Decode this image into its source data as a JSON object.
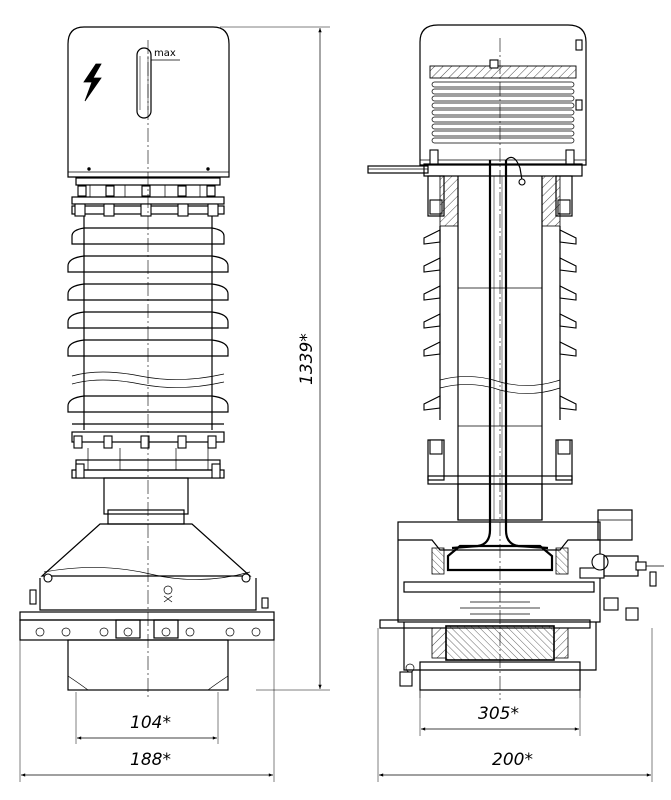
{
  "labels": {
    "max": "max"
  },
  "dimensions": {
    "height": "1339*",
    "base_inner_left": "104*",
    "base_outer_left": "188*",
    "base_inner_right": "305*",
    "base_outer_right": "200*"
  },
  "icons": {
    "warning": "high-voltage-lightning-icon"
  }
}
